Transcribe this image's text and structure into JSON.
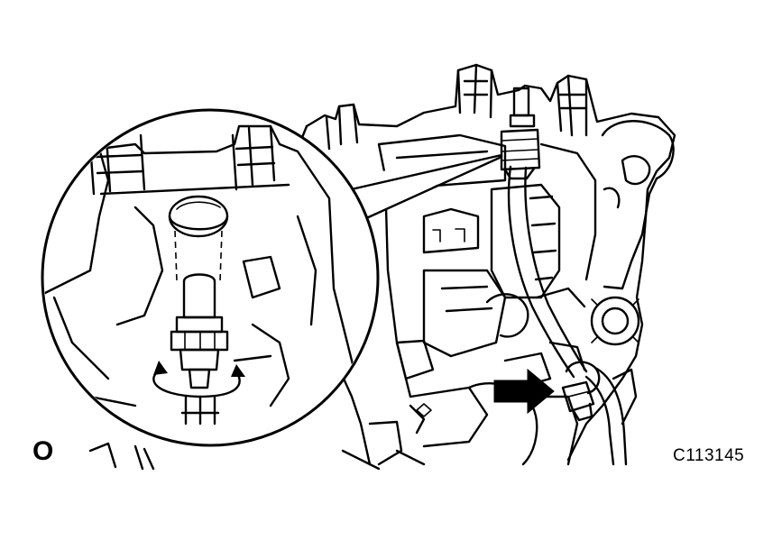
{
  "figure": {
    "view_label": "O",
    "figure_code": "C113145"
  },
  "parts": {
    "housing": "transmission-case",
    "sensor": "vehicle-speed-sensor",
    "harness": "wire-harness",
    "direction": "arrow-pointer",
    "callout": "magnified-detail-circle"
  },
  "colors": {
    "line": "#000000",
    "background": "#ffffff"
  }
}
